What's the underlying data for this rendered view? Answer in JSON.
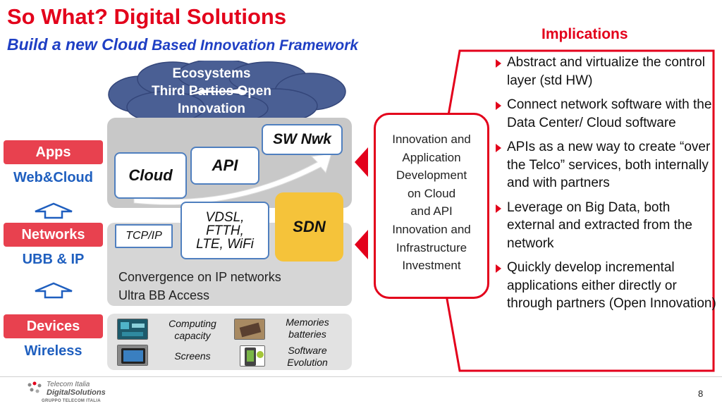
{
  "header": {
    "title": "So What? Digital Solutions",
    "subtitle_part1": "Build a new Cloud",
    "subtitle_part2": " Based  Innovation Framework"
  },
  "implications": {
    "title": "Implications",
    "bullets": [
      "Abstract and virtualize the control layer (std HW)",
      "Connect network software with the Data Center/ Cloud software",
      "APIs as a new way to create “over the Telco” services, both internally and with partners",
      "Leverage on Big Data, both external and extracted from the network",
      "Quickly develop incremental applications either directly or through partners (Open Innovation)"
    ]
  },
  "cloud": {
    "line1": "Ecosystems",
    "line2": "Third Parties Open",
    "line3": "Innovation"
  },
  "layers": {
    "apps": {
      "label": "Apps",
      "sub": "Web&Cloud"
    },
    "networks": {
      "label": "Networks",
      "sub": "UBB & IP"
    },
    "devices": {
      "label": "Devices",
      "sub": "Wireless"
    }
  },
  "boxes": {
    "sw_nwk": "SW Nwk",
    "api": "API",
    "cloud": "Cloud",
    "access_line1": "VDSL,",
    "access_line2": "FTTH,",
    "access_line3": "LTE, WiFi",
    "sdn": "SDN",
    "tcpip": "TCP/IP"
  },
  "convergence": {
    "line1": "Convergence on IP networks",
    "line2": "Ultra BB Access"
  },
  "devices_panel": {
    "computing_line1": "Computing",
    "computing_line2": "capacity",
    "memories_line1": "Memories",
    "memories_line2": "batteries",
    "screens": "Screens",
    "software_line1": "Software",
    "software_line2": "Evolution"
  },
  "center_box": {
    "lines": [
      "Innovation and",
      "Application",
      "Development",
      "on Cloud",
      "and API",
      "Innovation and",
      "Infrastructure",
      "Investment"
    ]
  },
  "footer": {
    "logo_line1": "Telecom Italia",
    "logo_line2": "DigitalSolutions",
    "logo_line3": "GRUPPO TELECOM ITALIA",
    "page_number": "8"
  },
  "colors": {
    "accent_red": "#e3001b",
    "accent_blue": "#1f3fc4",
    "sdn_yellow": "#f5c33a",
    "cloud_blue": "#4a5f94"
  }
}
